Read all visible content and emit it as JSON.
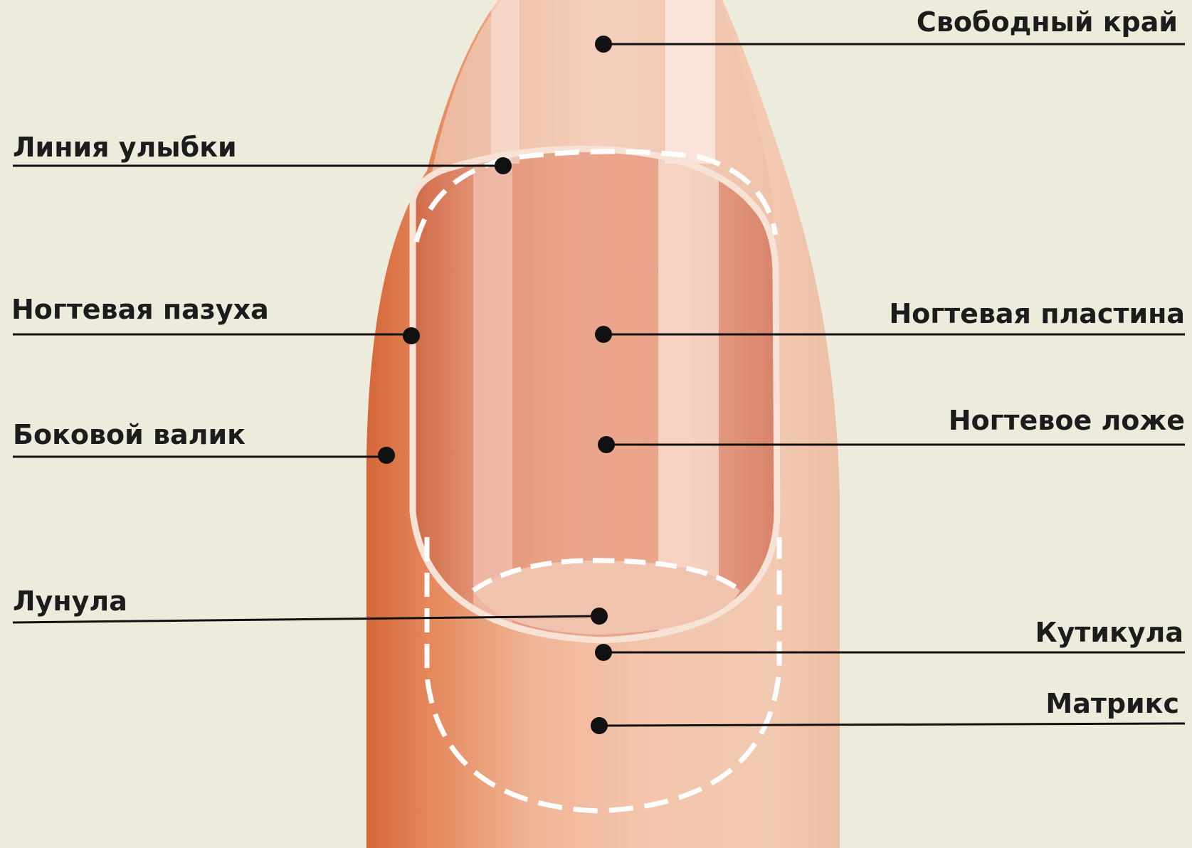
{
  "diagram": {
    "labels": {
      "free_edge": "Свободный край",
      "smile_line": "Линия улыбки",
      "nail_sinus": "Ногтевая пазуха",
      "nail_plate": "Ногтевая пластина",
      "nail_bed": "Ногтевое ложе",
      "lateral_fold": "Боковой валик",
      "lunula": "Лунула",
      "cuticle": "Кутикула",
      "matrix": "Матрикс"
    }
  }
}
